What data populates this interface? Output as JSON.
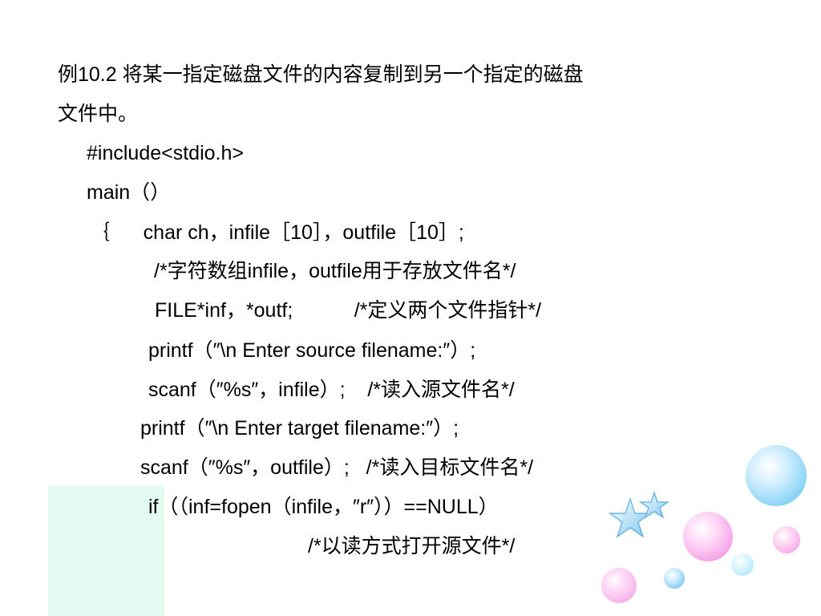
{
  "slide": {
    "lines": [
      "例10.2 将某一指定磁盘文件的内容复制到另一个指定的磁盘",
      "文件中。",
      "#include<stdio.h>",
      "main（）",
      "｛      char ch，infile［10］，outfile［10］;",
      "/*字符数组infile，outfile用于存放文件名*/",
      "FILE*inf，*outf;           /*定义两个文件指针*/",
      "printf（″\\n Enter source filename:″）;",
      "scanf（″%s″，infile）;    /*读入源文件名*/",
      "printf（″\\n Enter target filename:″）;",
      "scanf（″%s″，outfile）;   /*读入目标文件名*/",
      "if（（inf=fopen（infile，″r″））==NULL）",
      "/*以读方式打开源文件*/"
    ]
  },
  "decor": {
    "icons": [
      "bubble-icon",
      "star-icon"
    ],
    "colors": {
      "panel": "#e3fbf0",
      "bubble_blue": "#86d2f6",
      "bubble_pink": "#f4a3e8",
      "star": "#9ed6f7"
    }
  }
}
